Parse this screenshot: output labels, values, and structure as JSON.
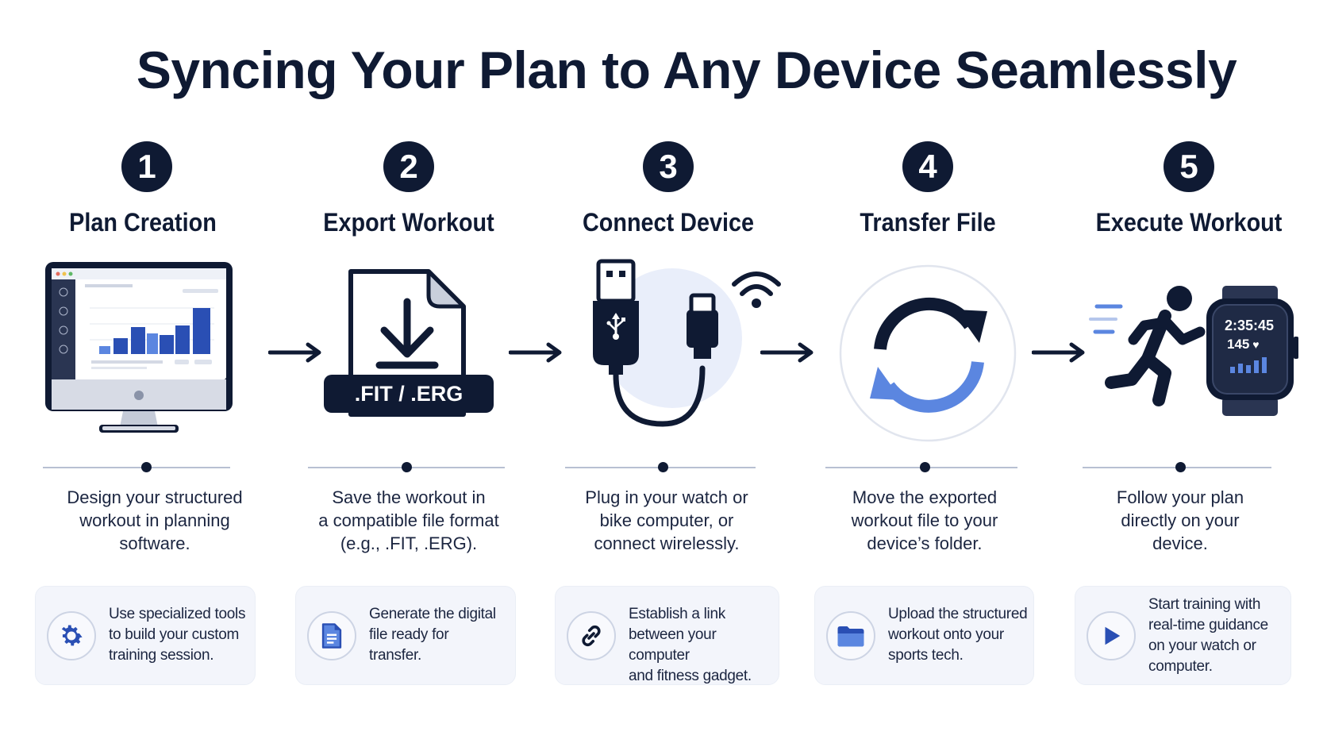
{
  "title": "Syncing Your Plan to Any Device Seamlessly",
  "colors": {
    "navy": "#0f1a33",
    "blue": "#2a4fb4",
    "light_blue": "#5b86e0",
    "card_bg": "#f3f5fb"
  },
  "steps": [
    {
      "number": "1",
      "title": "Plan Creation",
      "illustration": "monitor-chart-icon",
      "description": [
        "Design your structured",
        "workout in planning",
        "software."
      ],
      "card_icon": "gear-icon",
      "card_text": [
        "Use specialized tools",
        "to build your custom",
        "training session."
      ]
    },
    {
      "number": "2",
      "title": "Export Workout",
      "illustration": "file-download-icon",
      "file_label": ".FIT / .ERG",
      "description": [
        "Save the workout in",
        "a compatible file format",
        "(e.g., .FIT, .ERG)."
      ],
      "card_icon": "document-icon",
      "card_text": [
        "Generate the digital",
        "file ready for",
        "transfer."
      ]
    },
    {
      "number": "3",
      "title": "Connect Device",
      "illustration": "usb-cable-wifi-icon",
      "description": [
        "Plug in your watch or",
        "bike computer, or",
        "connect wirelessly."
      ],
      "card_icon": "link-icon",
      "card_text": [
        "Establish a link",
        "between your computer",
        "and fitness gadget."
      ]
    },
    {
      "number": "4",
      "title": "Transfer File",
      "illustration": "sync-arrows-icon",
      "description": [
        "Move the exported",
        "workout file to your",
        "device’s folder."
      ],
      "card_icon": "folder-icon",
      "card_text": [
        "Upload the structured",
        "workout onto your",
        "sports tech."
      ]
    },
    {
      "number": "5",
      "title": "Execute Workout",
      "illustration": "runner-watch-icon",
      "watch_time": "2:35:45",
      "watch_hr": "145",
      "description": [
        "Follow your plan",
        "directly on your",
        "device."
      ],
      "card_icon": "play-icon",
      "card_text": [
        "Start training with",
        "real-time guidance",
        "on your watch or",
        "computer."
      ]
    }
  ]
}
